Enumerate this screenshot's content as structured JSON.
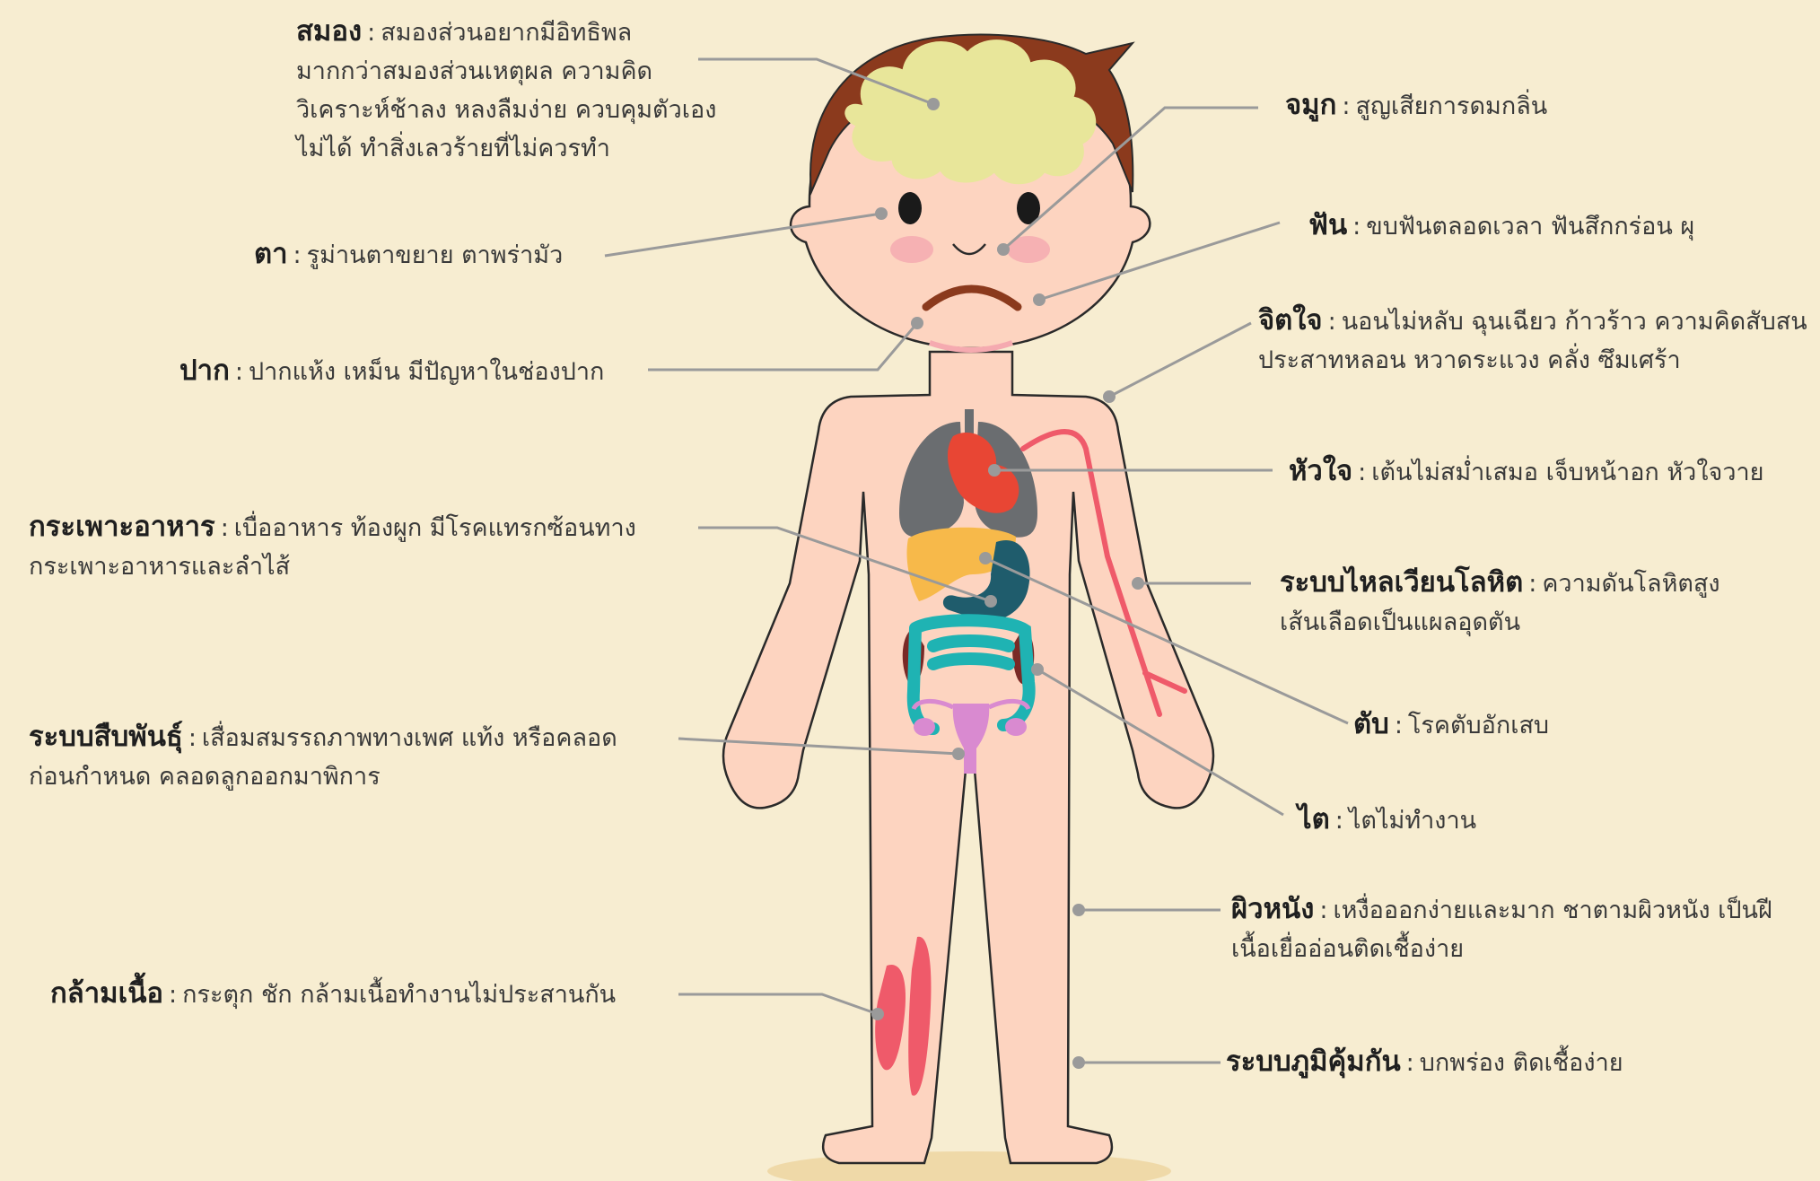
{
  "labels": {
    "brain": {
      "title": "สมอง",
      "lines": [
        "สมองส่วนอยากมีอิทธิพล",
        "มากกว่าสมองส่วนเหตุผล ความคิด",
        "วิเคราะห์ช้าลง หลงลืมง่าย ควบคุมตัวเอง",
        "ไม่ได้ ทำสิ่งเลวร้ายที่ไม่ควรทำ"
      ]
    },
    "eyes": {
      "title": "ตา",
      "lines": [
        "รูม่านตาขยาย ตาพร่ามัว"
      ]
    },
    "mouth": {
      "title": "ปาก",
      "lines": [
        "ปากแห้ง เหม็น มีปัญหาในช่องปาก"
      ]
    },
    "stomach": {
      "title": "กระเพาะอาหาร",
      "lines": [
        "เบื่ออาหาร ท้องผูก มีโรคแทรกซ้อนทาง",
        "กระเพาะอาหารและลำไส้"
      ]
    },
    "reproductive": {
      "title": "ระบบสืบพันธุ์",
      "lines": [
        "เสื่อมสมรรถภาพทางเพศ แท้ง หรือคลอด",
        "ก่อนกำหนด คลอดลูกออกมาพิการ"
      ]
    },
    "muscle": {
      "title": "กล้ามเนื้อ",
      "lines": [
        "กระตุก ชัก กล้ามเนื้อทำงานไม่ประสานกัน"
      ]
    },
    "nose": {
      "title": "จมูก",
      "lines": [
        "สูญเสียการดมกลิ่น"
      ]
    },
    "teeth": {
      "title": "ฟัน",
      "lines": [
        "ขบฟันตลอดเวลา ฟันสึกกร่อน ผุ"
      ]
    },
    "mind": {
      "title": "จิตใจ",
      "lines": [
        "นอนไม่หลับ ฉุนเฉียว ก้าวร้าว ความคิดสับสน",
        "ประสาทหลอน หวาดระแวง คลั่ง ซึมเศร้า"
      ]
    },
    "heart": {
      "title": "หัวใจ",
      "lines": [
        "เต้นไม่สม่ำเสมอ เจ็บหน้าอก หัวใจวาย"
      ]
    },
    "circulation": {
      "title": "ระบบไหลเวียนโลหิต",
      "lines": [
        "ความดันโลหิตสูง",
        "เส้นเลือดเป็นแผลอุดตัน"
      ]
    },
    "liver": {
      "title": "ตับ",
      "lines": [
        "โรคตับอักเสบ"
      ]
    },
    "kidney": {
      "title": "ไต",
      "lines": [
        "ไตไม่ทำงาน"
      ]
    },
    "skin": {
      "title": "ผิวหนัง",
      "lines": [
        "เหงื่อออกง่ายและมาก ชาตามผิวหนัง เป็นฝี",
        "เนื้อเยื่ออ่อนติดเชื้อง่าย"
      ]
    },
    "immune": {
      "title": "ระบบภูมิคุ้มกัน",
      "lines": [
        "บกพร่อง ติดเชื้อง่าย"
      ]
    }
  },
  "colors": {
    "background": "#f7edd1",
    "skin": "#fdd4c0",
    "hair": "#8b3a1d",
    "brain": "#e8e69a",
    "leader_line": "#9a9a9a",
    "heart": "#e84634",
    "lungs": "#6a6d70",
    "liver": "#f7b94a",
    "stomach": "#1f5c6c",
    "intestine": "#1fb3b3",
    "kidney": "#7a2a26",
    "uterus": "#d98ad0",
    "artery": "#ef5a6a",
    "muscle": "#ef5a6a"
  }
}
